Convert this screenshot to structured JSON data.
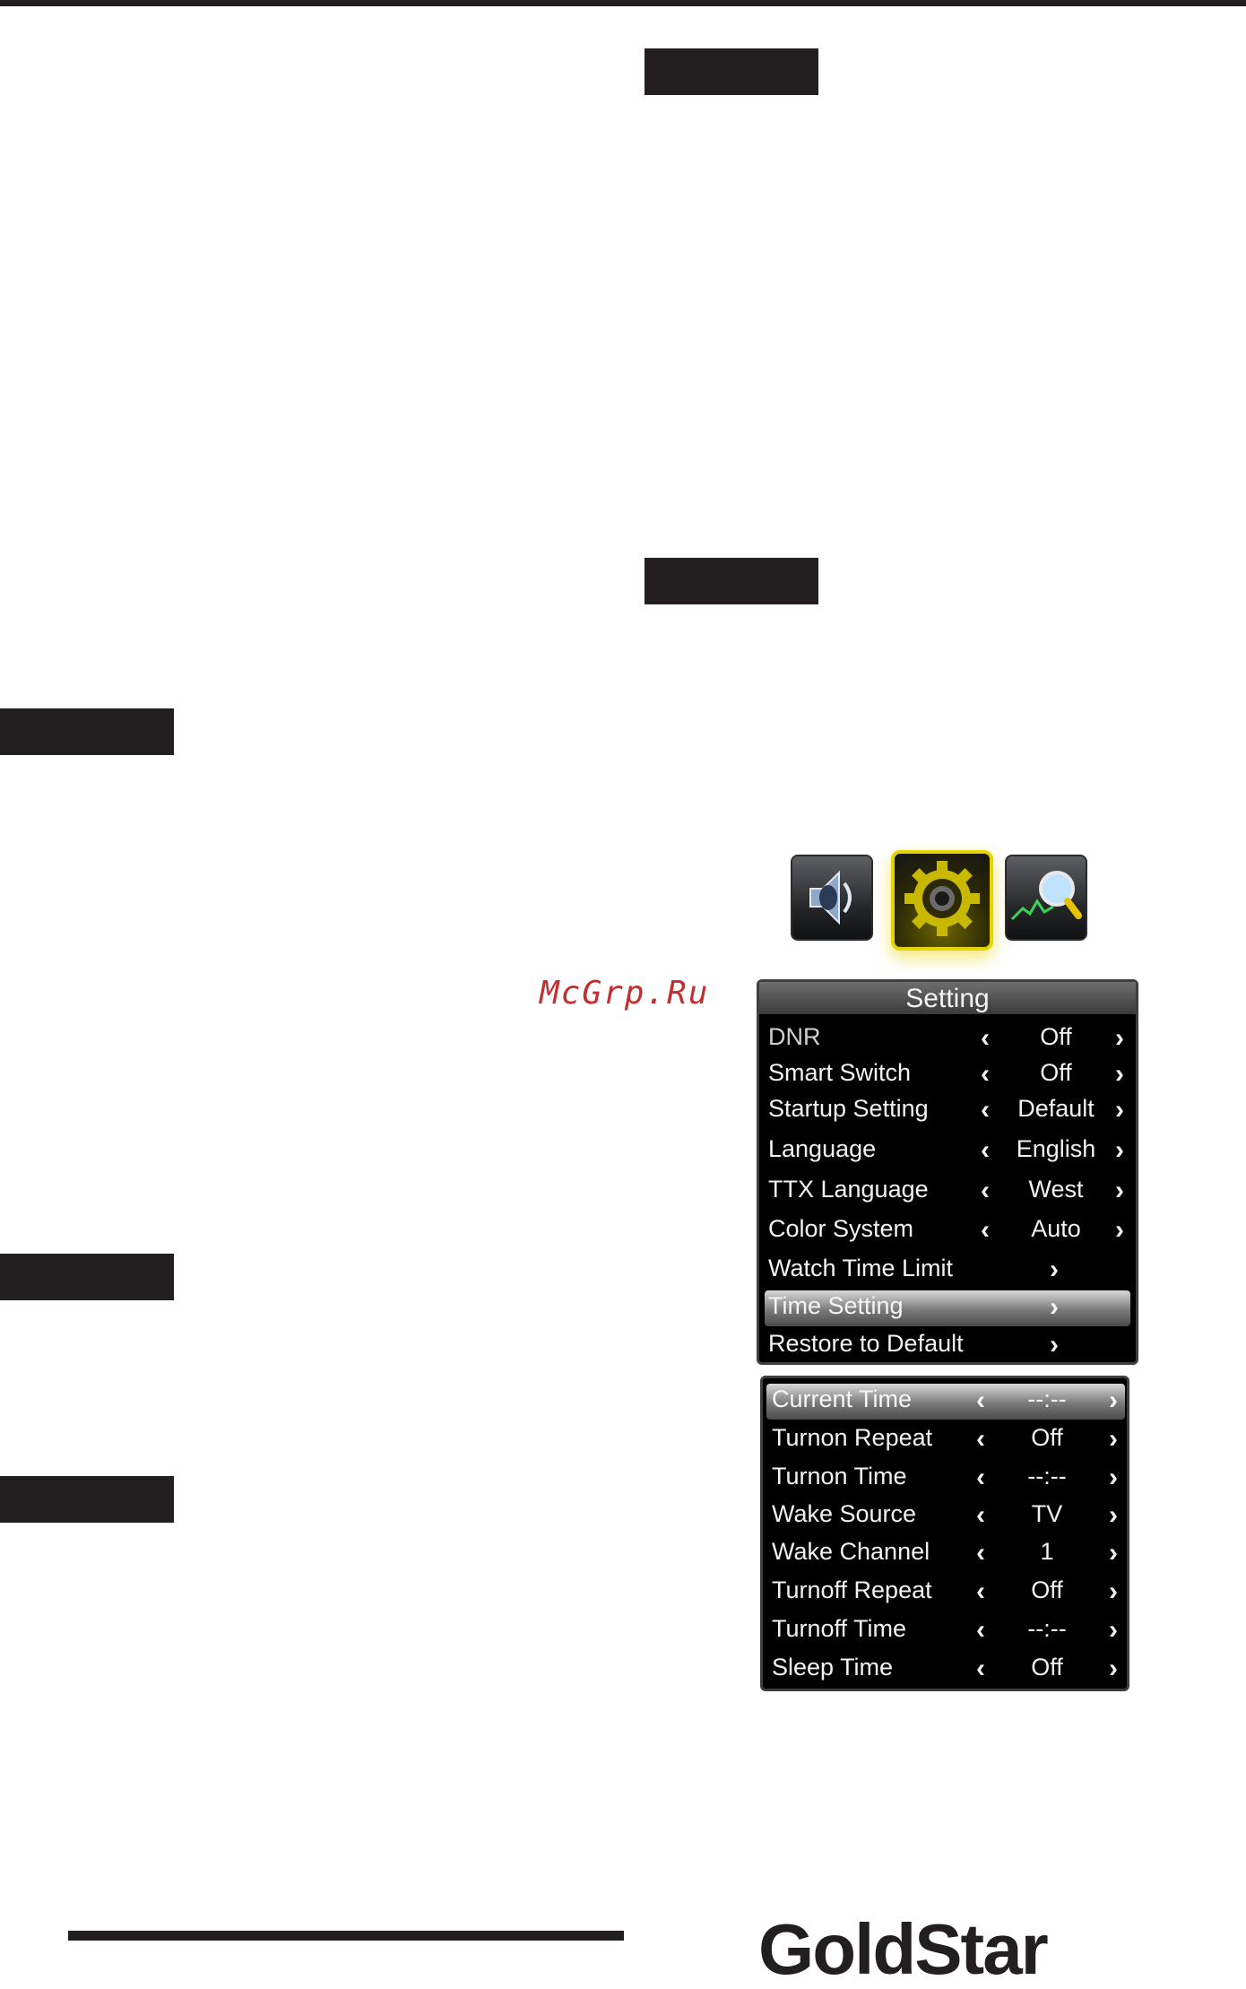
{
  "watermark": "McGrp.Ru",
  "mode_icons": [
    {
      "icon": "speaker-icon",
      "state": "normal"
    },
    {
      "icon": "gear-icon",
      "state": "selected"
    },
    {
      "icon": "channel-search-icon",
      "state": "normal"
    }
  ],
  "setting_menu": {
    "title": "Setting",
    "rows": [
      {
        "label": "DNR",
        "value": "Off"
      },
      {
        "label": "Smart Switch",
        "value": "Off"
      },
      {
        "label": "Startup Setting",
        "value": "Default"
      },
      {
        "label": "Language",
        "value": "English"
      },
      {
        "label": "TTX Language",
        "value": "West"
      },
      {
        "label": "Color System",
        "value": "Auto"
      },
      {
        "label": "Watch Time Limit",
        "value": ""
      },
      {
        "label": "Time Setting",
        "value": ""
      },
      {
        "label": "Restore to Default",
        "value": ""
      }
    ],
    "selected_row": "Time Setting"
  },
  "time_menu": {
    "rows": [
      {
        "label": "Current Time",
        "value": "--:--"
      },
      {
        "label": "Turnon Repeat",
        "value": "Off"
      },
      {
        "label": "Turnon Time",
        "value": "--:--"
      },
      {
        "label": "Wake Source",
        "value": "TV"
      },
      {
        "label": "Wake Channel",
        "value": "1"
      },
      {
        "label": "Turnoff Repeat",
        "value": "Off"
      },
      {
        "label": "Turnoff Time",
        "value": "--:--"
      },
      {
        "label": "Sleep Time",
        "value": "Off"
      }
    ],
    "selected_row": "Current Time"
  },
  "brand": "GoldStar",
  "colors": {
    "ink": "#231f20",
    "watermark": "#c62d2f",
    "selected_icon_border": "#e6d400",
    "osd_background": "#000000"
  }
}
